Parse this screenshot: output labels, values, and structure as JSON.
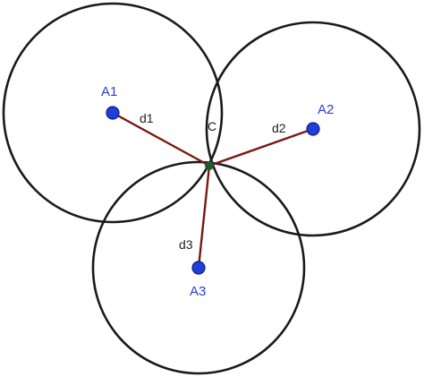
{
  "colors": {
    "background": "#ffffff",
    "circle_stroke": "#1a1a1a",
    "segment": "#7a1a12",
    "anchor_fill": "#1f3fd6",
    "anchor_stroke": "#0a1e8a",
    "anchor_label": "#2a3fd0",
    "distance_label": "#222222",
    "target_fill": "#1f5a2a"
  },
  "anchors": [
    {
      "id": "a1",
      "label": "A1"
    },
    {
      "id": "a2",
      "label": "A2"
    },
    {
      "id": "a3",
      "label": "A3"
    }
  ],
  "distances": [
    {
      "id": "d1",
      "label": "d1"
    },
    {
      "id": "d2",
      "label": "d2"
    },
    {
      "id": "d3",
      "label": "d3"
    }
  ],
  "target": {
    "label": "C"
  }
}
